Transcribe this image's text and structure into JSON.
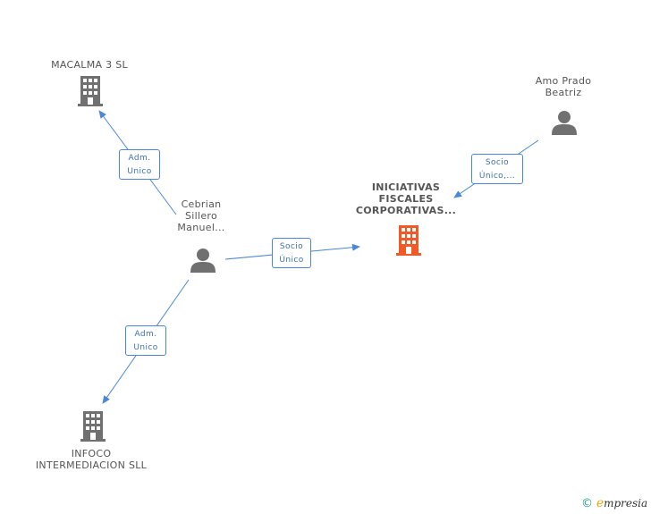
{
  "colors": {
    "edge": "#4a87d9",
    "building_gray": "#707070",
    "building_main": "#f05a28",
    "person_gray": "#707070"
  },
  "nodes": {
    "macalma": {
      "label": "MACALMA 3 SL",
      "icon": "building-icon"
    },
    "infoco": {
      "label_line1": "INFOCO",
      "label_line2": "INTERMEDIACION SLL",
      "icon": "building-icon"
    },
    "iniciativas": {
      "label_line1": "INICIATIVAS",
      "label_line2": "FISCALES",
      "label_line3": "CORPORATIVAS...",
      "icon": "building-icon"
    },
    "cebrian": {
      "label_line1": "Cebrian",
      "label_line2": "Sillero",
      "label_line3": "Manuel...",
      "icon": "person-icon"
    },
    "amo": {
      "label_line1": "Amo Prado",
      "label_line2": "Beatriz",
      "icon": "person-icon"
    }
  },
  "edges": {
    "cebrian_macalma": {
      "line1": "Adm.",
      "line2": "Unico"
    },
    "cebrian_infoco": {
      "line1": "Adm.",
      "line2": "Unico"
    },
    "cebrian_iniciativas": {
      "line1": "Socio",
      "line2": "Único"
    },
    "amo_iniciativas": {
      "line1": "Socio",
      "line2": "Único,..."
    }
  },
  "footer": {
    "copyright": "©",
    "brand_initial": "e",
    "brand_rest": "mpresia"
  }
}
